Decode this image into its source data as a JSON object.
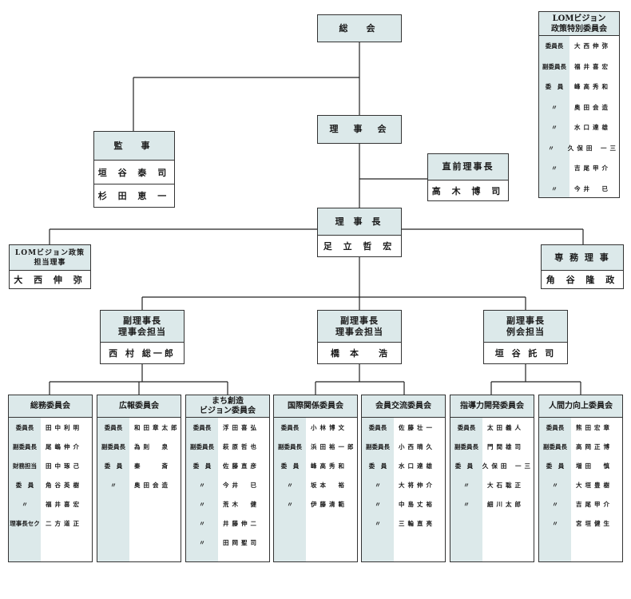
{
  "general_meeting": "総　会",
  "board": "理　事　会",
  "auditors": {
    "title": "監　事",
    "members": [
      "垣 谷 泰 司",
      "杉 田 恵 一"
    ]
  },
  "past_president": {
    "title": "直前理事長",
    "name": "高 木 博 司"
  },
  "president": {
    "title": "理 事 長",
    "name": "足 立 哲 宏"
  },
  "lom_director": {
    "title": "LOMビジョン政策\n担当理事",
    "name": "大 西 伸 弥"
  },
  "executive_director": {
    "title": "専 務 理 事",
    "name": "角 谷 隆 政"
  },
  "vice_presidents": [
    {
      "title": "副理事長\n理事会担当",
      "name": "西 村 総一郎"
    },
    {
      "title": "副理事長\n理事会担当",
      "name": "橋　本　　浩"
    },
    {
      "title": "副理事長\n例会担当",
      "name": "垣 谷 託 司"
    }
  ],
  "lom_committee": {
    "title": "LOMビジョン\n政策特別委員会",
    "rows": [
      {
        "role": "委員長",
        "name": "大西伸弥"
      },
      {
        "role": "副委員長",
        "name": "福井喜宏"
      },
      {
        "role": "委　員",
        "name": "峰高秀和"
      },
      {
        "role": "〃",
        "name": "奥田会造"
      },
      {
        "role": "〃",
        "name": "水口達雄"
      },
      {
        "role": "〃",
        "name": "久保田 一三"
      },
      {
        "role": "〃",
        "name": "吉尾甲介"
      },
      {
        "role": "〃",
        "name": "今井　已"
      }
    ]
  },
  "committees": [
    {
      "title": "総務委員会",
      "rows": [
        {
          "role": "委員長",
          "name": "田中利明"
        },
        {
          "role": "副委員長",
          "name": "尾嶋伸介"
        },
        {
          "role": "財務担当",
          "name": "田中琢己"
        },
        {
          "role": "委　員",
          "name": "角谷英樹"
        },
        {
          "role": "〃",
          "name": "福井喜宏"
        },
        {
          "role": "理事長セク",
          "name": "二方道正"
        }
      ]
    },
    {
      "title": "広報委員会",
      "rows": [
        {
          "role": "委員長",
          "name": "和田章太郎"
        },
        {
          "role": "副委員長",
          "name": "為則　泉"
        },
        {
          "role": "委　員",
          "name": "秦　　斎"
        },
        {
          "role": "〃",
          "name": "奥田会造"
        }
      ]
    },
    {
      "title": "まち創造\nビジョン委員会",
      "rows": [
        {
          "role": "委員長",
          "name": "浮田喜弘"
        },
        {
          "role": "副委員長",
          "name": "萩原哲也"
        },
        {
          "role": "委　員",
          "name": "佐藤直彦"
        },
        {
          "role": "〃",
          "name": "今井　已"
        },
        {
          "role": "〃",
          "name": "荒木　健"
        },
        {
          "role": "〃",
          "name": "井藤伸二"
        },
        {
          "role": "〃",
          "name": "田岡聖司"
        }
      ]
    },
    {
      "title": "国際関係委員会",
      "rows": [
        {
          "role": "委員長",
          "name": "小林博文"
        },
        {
          "role": "副委員長",
          "name": "浜田裕一郎"
        },
        {
          "role": "委　員",
          "name": "峰高秀和"
        },
        {
          "role": "〃",
          "name": "坂本　裕"
        },
        {
          "role": "〃",
          "name": "伊藤清範"
        }
      ]
    },
    {
      "title": "会員交流委員会",
      "rows": [
        {
          "role": "委員長",
          "name": "佐藤壮一"
        },
        {
          "role": "副委員長",
          "name": "小西晴久"
        },
        {
          "role": "委　員",
          "name": "水口達雄"
        },
        {
          "role": "〃",
          "name": "大将伸介"
        },
        {
          "role": "〃",
          "name": "中島丈裕"
        },
        {
          "role": "〃",
          "name": "三輪直亮"
        }
      ]
    },
    {
      "title": "指導力開発委員会",
      "rows": [
        {
          "role": "委員長",
          "name": "太田義人"
        },
        {
          "role": "副委員長",
          "name": "門間雄司"
        },
        {
          "role": "委　員",
          "name": "久保田 一三"
        },
        {
          "role": "〃",
          "name": "大石聡正"
        },
        {
          "role": "〃",
          "name": "細川太郎"
        }
      ]
    },
    {
      "title": "人間力向上委員会",
      "rows": [
        {
          "role": "委員長",
          "name": "熊田宏章"
        },
        {
          "role": "副委員長",
          "name": "高岡正博"
        },
        {
          "role": "委　員",
          "name": "増田　慎"
        },
        {
          "role": "〃",
          "name": "大垣豊樹"
        },
        {
          "role": "〃",
          "name": "吉尾甲介"
        },
        {
          "role": "〃",
          "name": "宮垣健生"
        }
      ]
    }
  ]
}
